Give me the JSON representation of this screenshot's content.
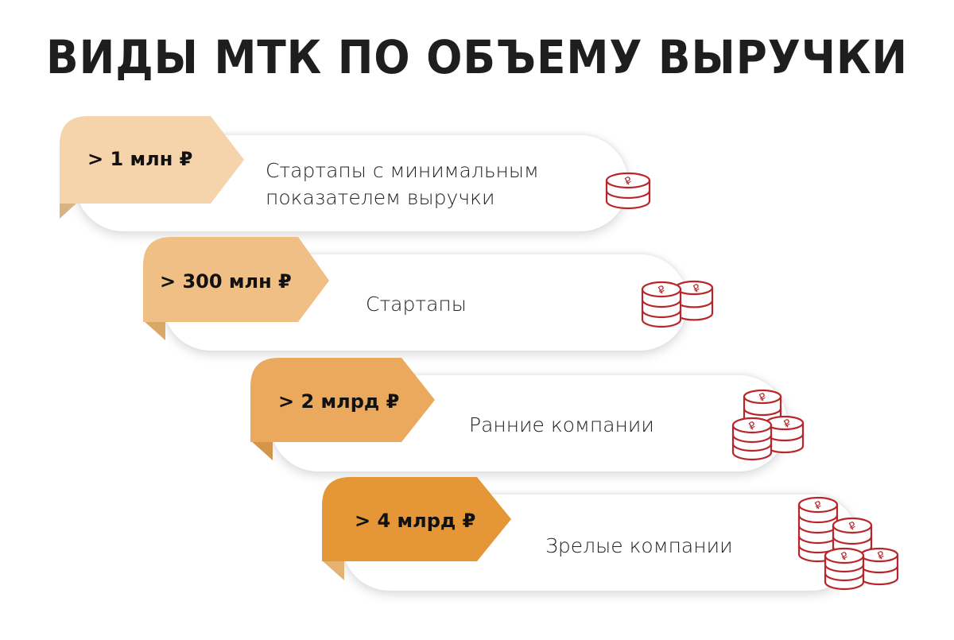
{
  "title": "ВИДЫ МТК ПО ОБЪЕМУ ВЫРУЧКИ",
  "colors": {
    "tier1": "#f6d4ab",
    "tier2": "#efbf85",
    "tier3": "#eaa95d",
    "tier4": "#e59636",
    "coin": "#b8262b",
    "text": "#1e1e1e"
  },
  "tiers": [
    {
      "threshold": "> 1 млн ₽",
      "description_line1": "Стартапы с минимальным",
      "description_line2": "показателем выручки",
      "icon": "coin-stack-1-icon",
      "coin_stacks": 1
    },
    {
      "threshold": "> 300 млн ₽",
      "description_line1": "Стартапы",
      "description_line2": "",
      "icon": "coin-stacks-2-icon",
      "coin_stacks": 2
    },
    {
      "threshold": "> 2 млрд ₽",
      "description_line1": "Ранние компании",
      "description_line2": "",
      "icon": "coin-stacks-3-icon",
      "coin_stacks": 3
    },
    {
      "threshold": "> 4 млрд ₽",
      "description_line1": "Зрелые компании",
      "description_line2": "",
      "icon": "coin-stacks-4-icon",
      "coin_stacks": 4
    }
  ]
}
